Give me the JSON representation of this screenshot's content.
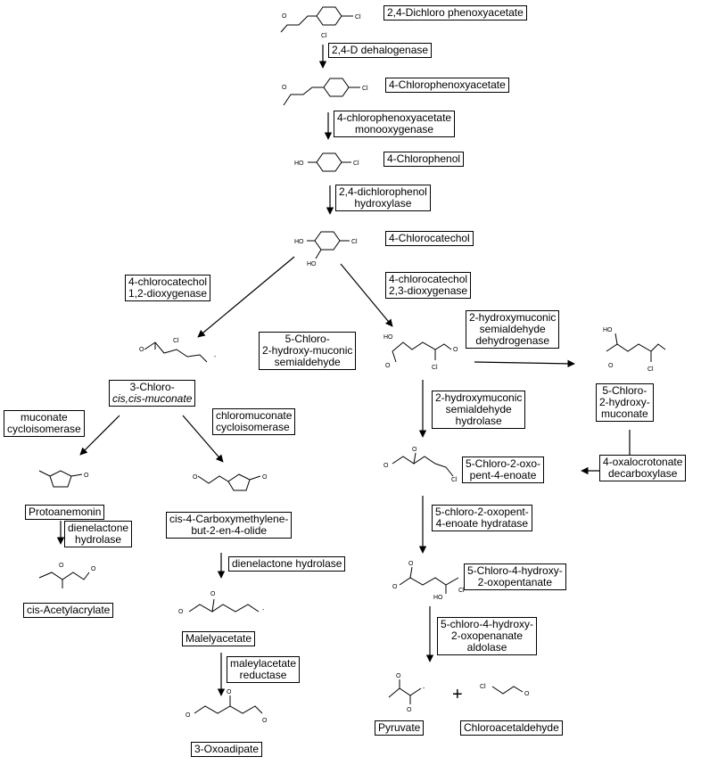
{
  "compounds": [
    {
      "id": "c1",
      "lines": [
        "2,4-Dichloro phenoxyacetate"
      ]
    },
    {
      "id": "c2",
      "lines": [
        "4-Chlorophenoxyacetate"
      ]
    },
    {
      "id": "c3",
      "lines": [
        "4-Chlorophenol"
      ]
    },
    {
      "id": "c4",
      "lines": [
        "4-Chlorocatechol"
      ]
    },
    {
      "id": "c5",
      "lines": [
        "3-Chloro-",
        "cis,cis-muconate"
      ]
    },
    {
      "id": "c6",
      "lines": [
        "Protoanemonin"
      ]
    },
    {
      "id": "c7",
      "lines": [
        "cis-Acetylacrylate"
      ]
    },
    {
      "id": "c8",
      "lines": [
        "cis-4-Carboxymethylene-",
        "but-2-en-4-olide"
      ]
    },
    {
      "id": "c9",
      "lines": [
        "Malelyacetate"
      ]
    },
    {
      "id": "c10",
      "lines": [
        "3-Oxoadipate"
      ]
    },
    {
      "id": "c11",
      "lines": [
        "5-Chloro-",
        "2-hydroxy-muconic",
        "semialdehyde"
      ]
    },
    {
      "id": "c12",
      "lines": [
        "5-Chloro-",
        "2-hydroxy-",
        "muconate"
      ]
    },
    {
      "id": "c13",
      "lines": [
        "5-Chloro-2-oxo-",
        "pent-4-enoate"
      ]
    },
    {
      "id": "c14",
      "lines": [
        "5-Chloro-4-hydroxy-",
        "2-oxopentanate"
      ]
    },
    {
      "id": "c15",
      "lines": [
        "Pyruvate"
      ]
    },
    {
      "id": "c16",
      "lines": [
        "Chloroacetaldehyde"
      ]
    }
  ],
  "enzymes": [
    {
      "id": "e1",
      "lines": [
        "2,4-D dehalogenase"
      ]
    },
    {
      "id": "e2",
      "lines": [
        "4-chlorophenoxyacetate",
        "monooxygenase"
      ]
    },
    {
      "id": "e3",
      "lines": [
        "2,4-dichlorophenol",
        "hydroxylase"
      ]
    },
    {
      "id": "e4",
      "lines": [
        "4-chlorocatechol",
        "1,2-dioxygenase"
      ]
    },
    {
      "id": "e5",
      "lines": [
        "4-chlorocatechol",
        "2,3-dioxygenase"
      ]
    },
    {
      "id": "e6",
      "lines": [
        "muconate",
        "cycloisomerase"
      ]
    },
    {
      "id": "e7",
      "lines": [
        "chloromuconate",
        "cycloisomerase"
      ]
    },
    {
      "id": "e8",
      "lines": [
        "dienelactone",
        "hydrolase"
      ]
    },
    {
      "id": "e9",
      "lines": [
        "dienelactone hydrolase"
      ]
    },
    {
      "id": "e10",
      "lines": [
        "maleylacetate",
        "reductase"
      ]
    },
    {
      "id": "e11",
      "lines": [
        "2-hydroxymuconic",
        "semialdehyde",
        "dehydrogenase"
      ]
    },
    {
      "id": "e12",
      "lines": [
        "2-hydroxymuconic",
        "semialdehyde",
        "hydrolase"
      ]
    },
    {
      "id": "e13",
      "lines": [
        "4-oxalocrotonate",
        "decarboxylase"
      ]
    },
    {
      "id": "e14",
      "lines": [
        "5-chloro-2-oxopent-",
        "4-enoate hydratase"
      ]
    },
    {
      "id": "e15",
      "lines": [
        "5-chloro-4-hydroxy-",
        "2-oxopenanate",
        "aldolase"
      ]
    }
  ],
  "plus_sign": "+",
  "atoms": {
    "cl": "Cl",
    "o": "O",
    "ho": "HO",
    "neg": "-"
  }
}
